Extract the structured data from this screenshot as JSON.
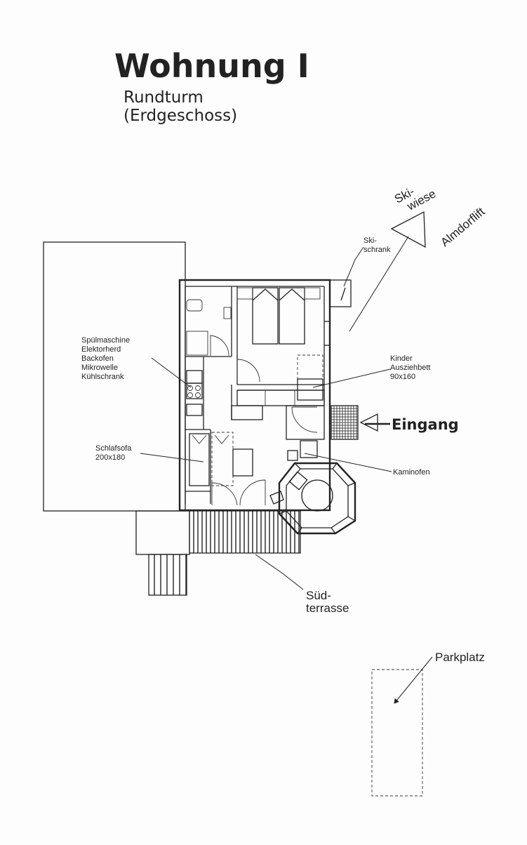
{
  "title": "Wohnung I",
  "subtitle_line1": "Rundturm",
  "subtitle_line2": "(Erdgeschoss)",
  "labels": {
    "skiwiese_1": "Ski-",
    "skiwiese_2": "wiese",
    "almdorflift": "Almdorflift",
    "skischrank_1": "Ski-",
    "skischrank_2": "schrank",
    "kitchen": [
      "Spülmaschine",
      "Elektorherd",
      "Backofen",
      "Mikrowelle",
      "Kühlschrank"
    ],
    "kinderbett": [
      "Kinder",
      "Ausziehbett",
      "90x160"
    ],
    "eingang": "Eingang",
    "schlafsofa": [
      "Schlafsofa",
      "200x180"
    ],
    "kaminofen": "Kaminofen",
    "suedterrasse_1": "Süd-",
    "suedterrasse_2": "terrasse",
    "parkplatz": "Parkplatz"
  }
}
